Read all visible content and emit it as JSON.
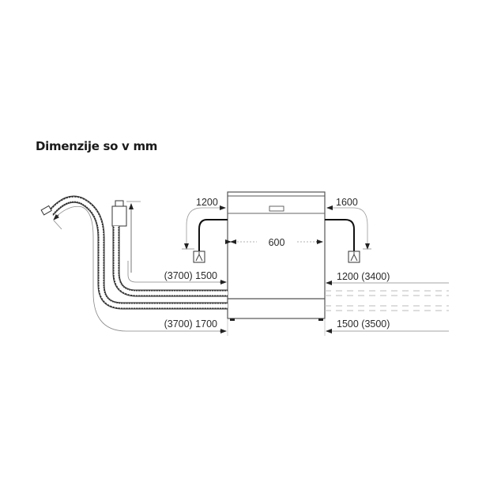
{
  "title": "Dimenzije so v mm",
  "dimensions": {
    "width": "600",
    "left_drain_height": "1200",
    "right_drain_height": "1600",
    "left_upper_hose": "(3700) 1500",
    "left_lower_hose": "(3700) 1700",
    "right_upper_hose": "1200 (3400)",
    "right_lower_hose": "1500 (3500)"
  },
  "colors": {
    "line": "#333333",
    "light_line": "#888888",
    "dashed": "#bbbbbb"
  }
}
